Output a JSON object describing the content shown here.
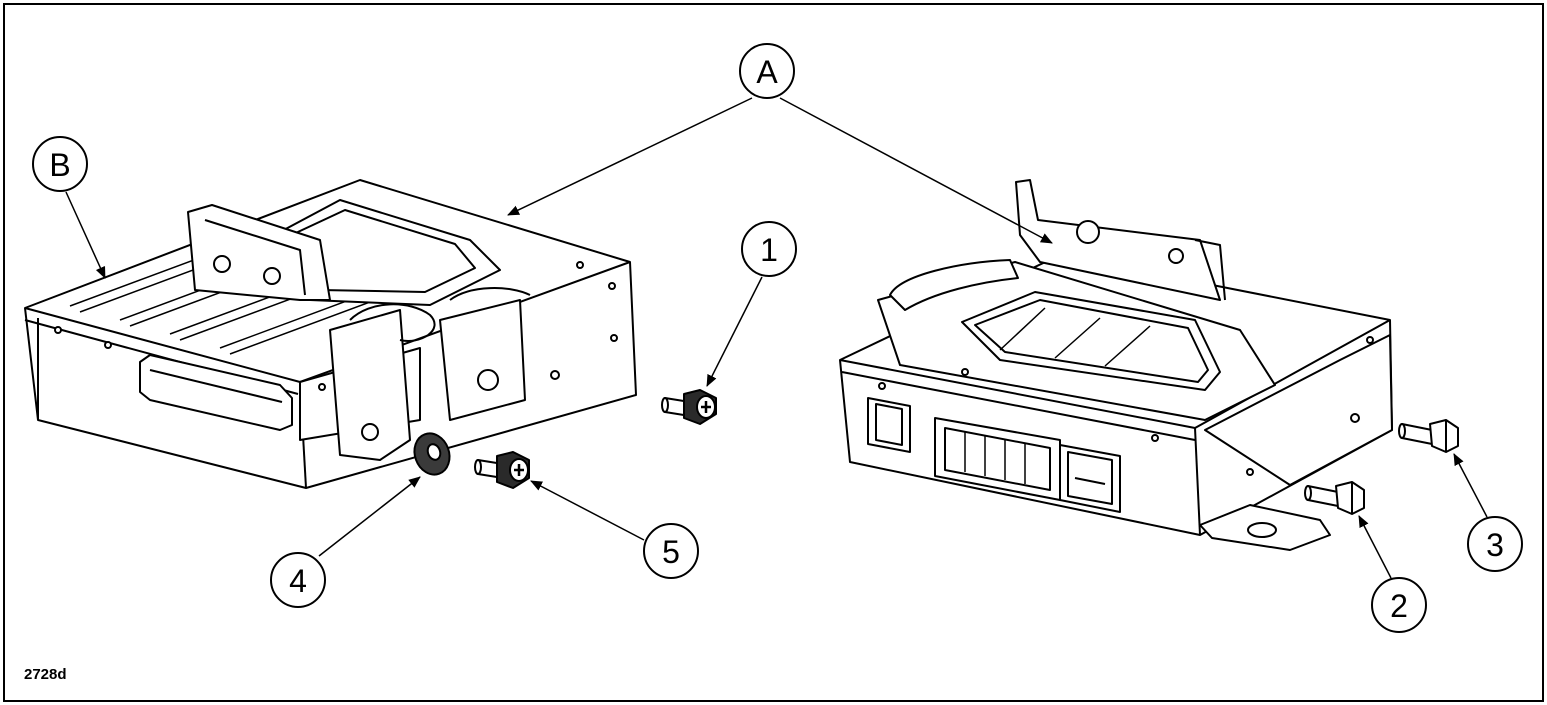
{
  "figure_id": "2728d",
  "callouts": {
    "a": "A",
    "b": "B",
    "n1": "1",
    "n2": "2",
    "n3": "3",
    "n4": "4",
    "n5": "5"
  }
}
